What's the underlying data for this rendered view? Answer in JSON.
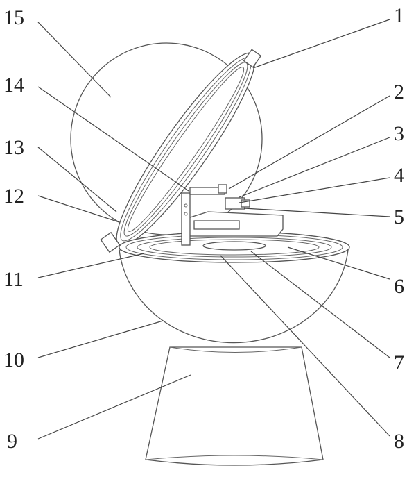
{
  "figure": {
    "labels": [
      "1",
      "2",
      "3",
      "4",
      "5",
      "6",
      "7",
      "8",
      "9",
      "10",
      "11",
      "12",
      "13",
      "14",
      "15"
    ]
  }
}
